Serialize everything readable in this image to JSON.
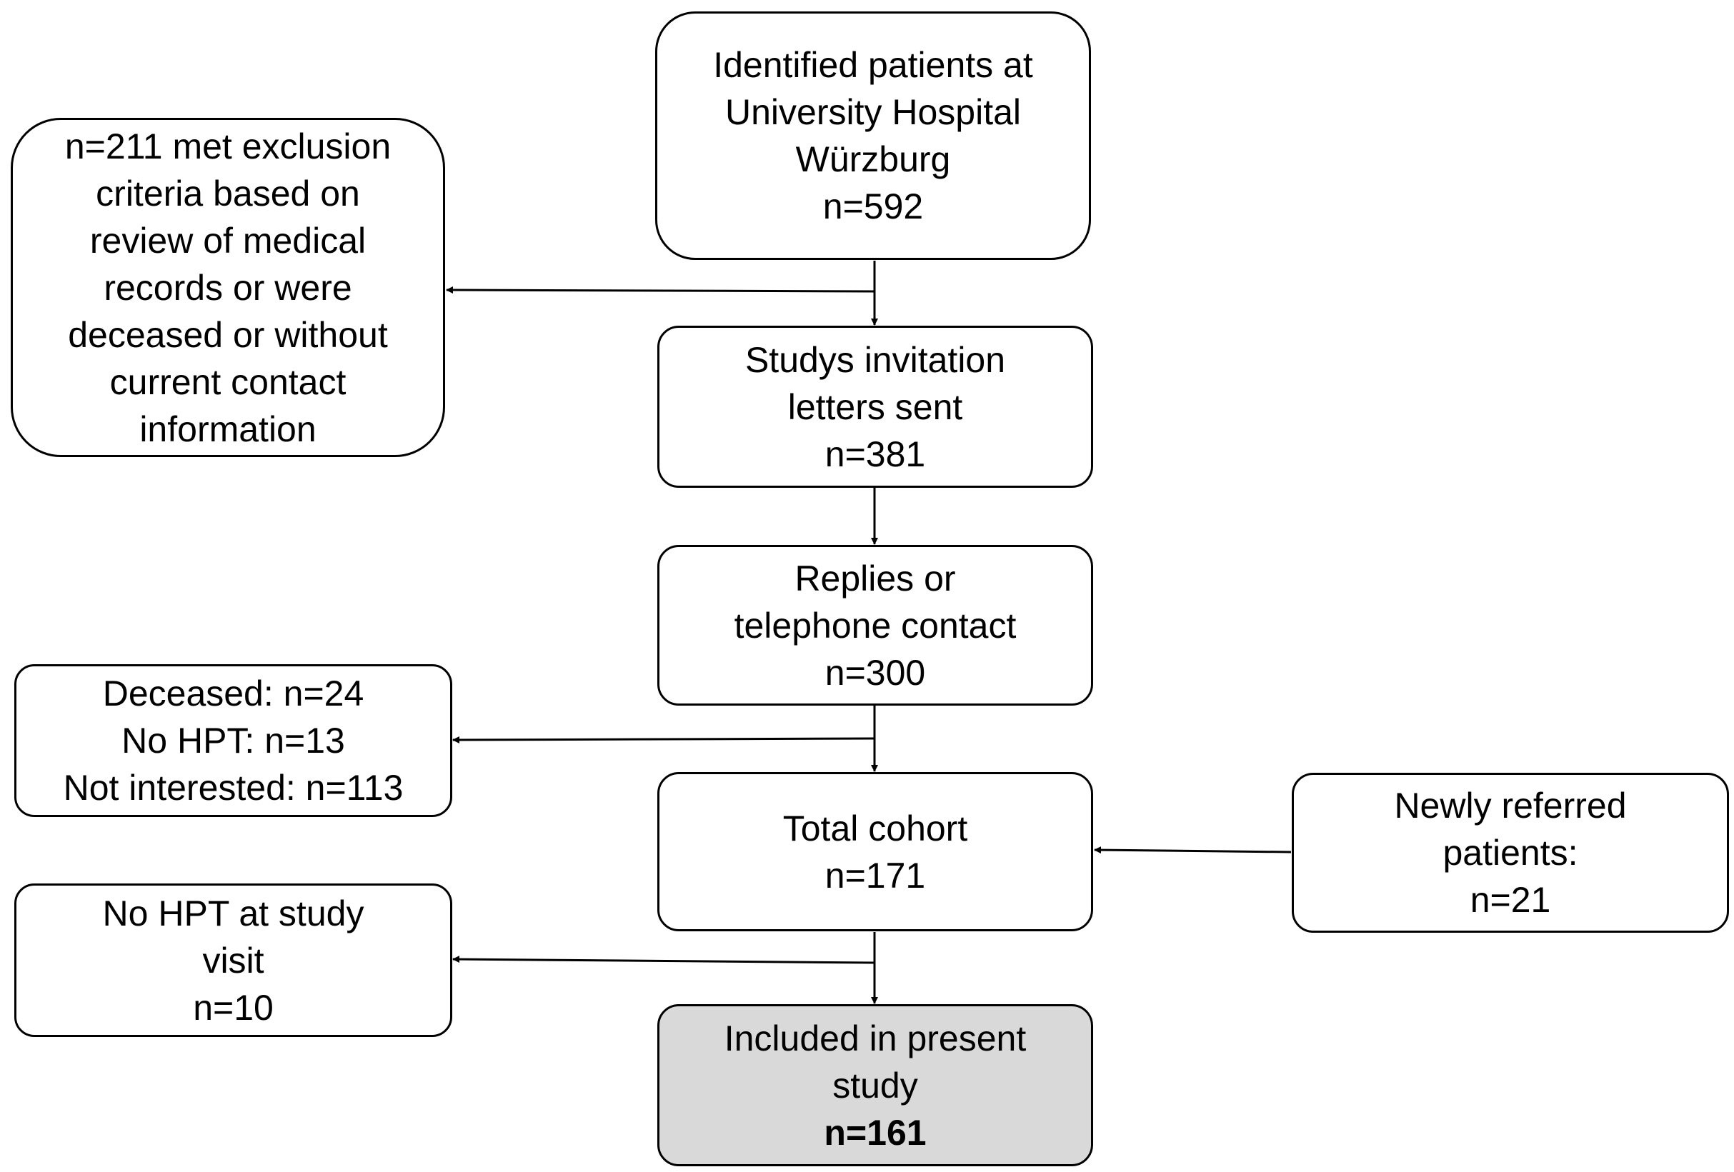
{
  "flowchart": {
    "identified": {
      "lines": [
        "Identified patients at",
        "University Hospital",
        "Würzburg",
        "n=592"
      ]
    },
    "excluded_records": {
      "lines": [
        "n=211 met exclusion",
        "criteria based on",
        "review of medical",
        "records or were",
        "deceased or without",
        "current contact",
        "information"
      ]
    },
    "invitations": {
      "lines": [
        "Studys invitation",
        "letters sent",
        "n=381"
      ]
    },
    "replies": {
      "lines": [
        "Replies or",
        "telephone contact",
        "n=300"
      ]
    },
    "dropouts": {
      "lines": [
        "Deceased: n=24",
        "No HPT: n=13",
        "Not interested: n=113"
      ]
    },
    "total_cohort": {
      "lines": [
        "Total cohort",
        "n=171"
      ]
    },
    "newly_referred": {
      "lines": [
        "Newly referred",
        "patients:",
        "n=21"
      ]
    },
    "no_hpt_visit": {
      "lines": [
        "No HPT at study",
        "visit",
        "n=10"
      ]
    },
    "included": {
      "lines": [
        "Included in present",
        "study",
        "n=161"
      ]
    }
  },
  "colors": {
    "stroke": "#000000",
    "included_fill": "#d9d9d9",
    "box_fill": "#ffffff"
  }
}
